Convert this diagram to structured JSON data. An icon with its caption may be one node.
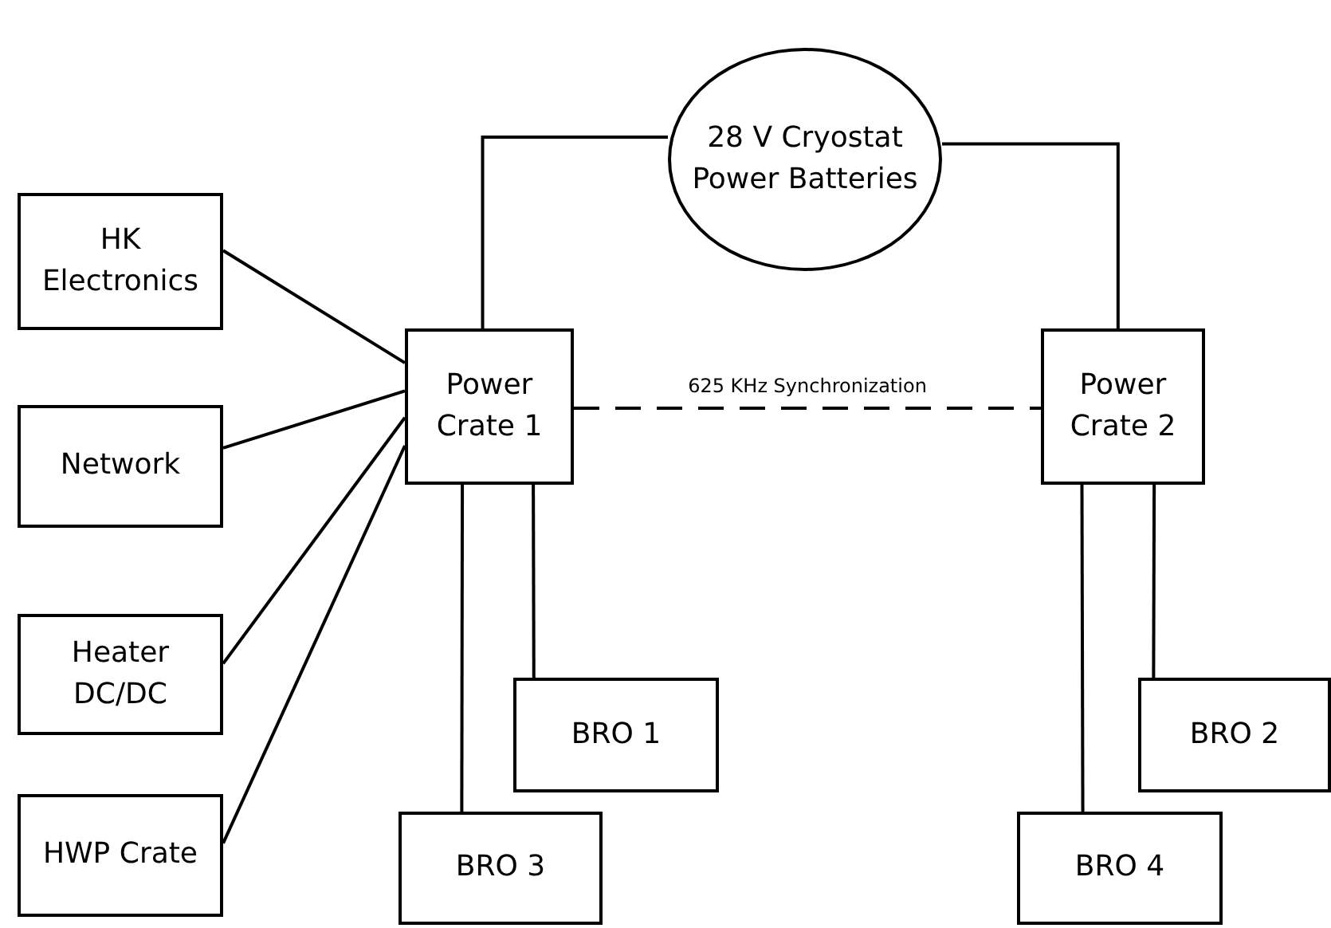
{
  "diagram": {
    "nodes": [
      {
        "text": [
          "28 V Cryostat Power Batteries"
        ]
      },
      {
        "text": [
          "HK Electronics"
        ]
      },
      {
        "text": [
          "Network"
        ]
      },
      {
        "text": [
          "Power Crate 1"
        ]
      },
      {
        "text": [
          "Power Crate 2"
        ]
      },
      {
        "text": [
          "Heater DC/DC"
        ]
      },
      {
        "text": [
          "BRO 1"
        ]
      },
      {
        "text": [
          "BRO 2"
        ]
      },
      {
        "text": [
          "HWP Crate"
        ]
      },
      {
        "text": [
          "BRO 3"
        ]
      },
      {
        "text": [
          "BRO 4"
        ]
      }
    ],
    "edges": [
      {
        "from": 0,
        "to": 3,
        "arrow": "none"
      },
      {
        "from": 0,
        "to": 4,
        "arrow": "none"
      },
      {
        "from": 1,
        "to": 3,
        "arrow": "none"
      },
      {
        "from": 2,
        "to": 3,
        "arrow": "none"
      },
      {
        "from": 5,
        "to": 3,
        "arrow": "none"
      },
      {
        "from": 8,
        "to": 3,
        "arrow": "none"
      },
      {
        "from": 3,
        "to": 4,
        "arrow": "none",
        "label": "625 KHz Synchronization",
        "style": "dashed"
      },
      {
        "from": 3,
        "to": 6,
        "arrow": "none"
      },
      {
        "from": 3,
        "to": 9,
        "arrow": "none"
      },
      {
        "from": 4,
        "to": 7,
        "arrow": "none"
      },
      {
        "from": 4,
        "to": 10,
        "arrow": "none"
      }
    ]
  }
}
